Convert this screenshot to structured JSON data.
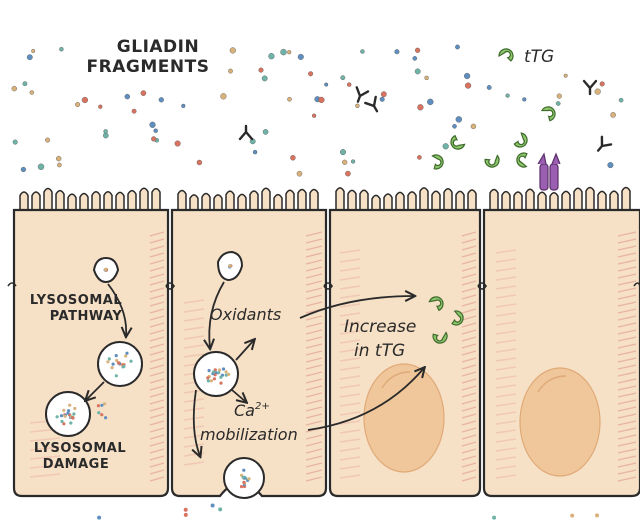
{
  "labels": {
    "gliadin_line1": "GLIADIN",
    "gliadin_line2": "FRAGMENTS",
    "ttg_legend": "tTG",
    "lysosomal_pathway_line1": "LYSOSOMAL",
    "lysosomal_pathway_line2": "PATHWAY",
    "lysosomal_damage_line1": "LYSOSOMAL",
    "lysosomal_damage_line2": "DAMAGE",
    "oxidants": "Oxidants",
    "calcium": "Ca",
    "calcium_superscript": "2+",
    "mobilization": "mobilization",
    "increase_line1": "Increase",
    "increase_line2": "in tTG"
  },
  "colors": {
    "cell_fill": "#f6e0c6",
    "cell_stroke": "#2a2a2a",
    "nucleus_fill": "#f0c79a",
    "ttg_green": "#8cc56a",
    "receptor_purple": "#9a5fb0",
    "dot_red": "#d9735f",
    "dot_blue": "#5f8fc0",
    "dot_tan": "#d8b27a",
    "dot_teal": "#6fb3a8"
  },
  "icons": {
    "ttg": "green-crescent-icon",
    "antibody": "y-shaped-antibody-icon",
    "receptor": "purple-receptor-icon"
  }
}
